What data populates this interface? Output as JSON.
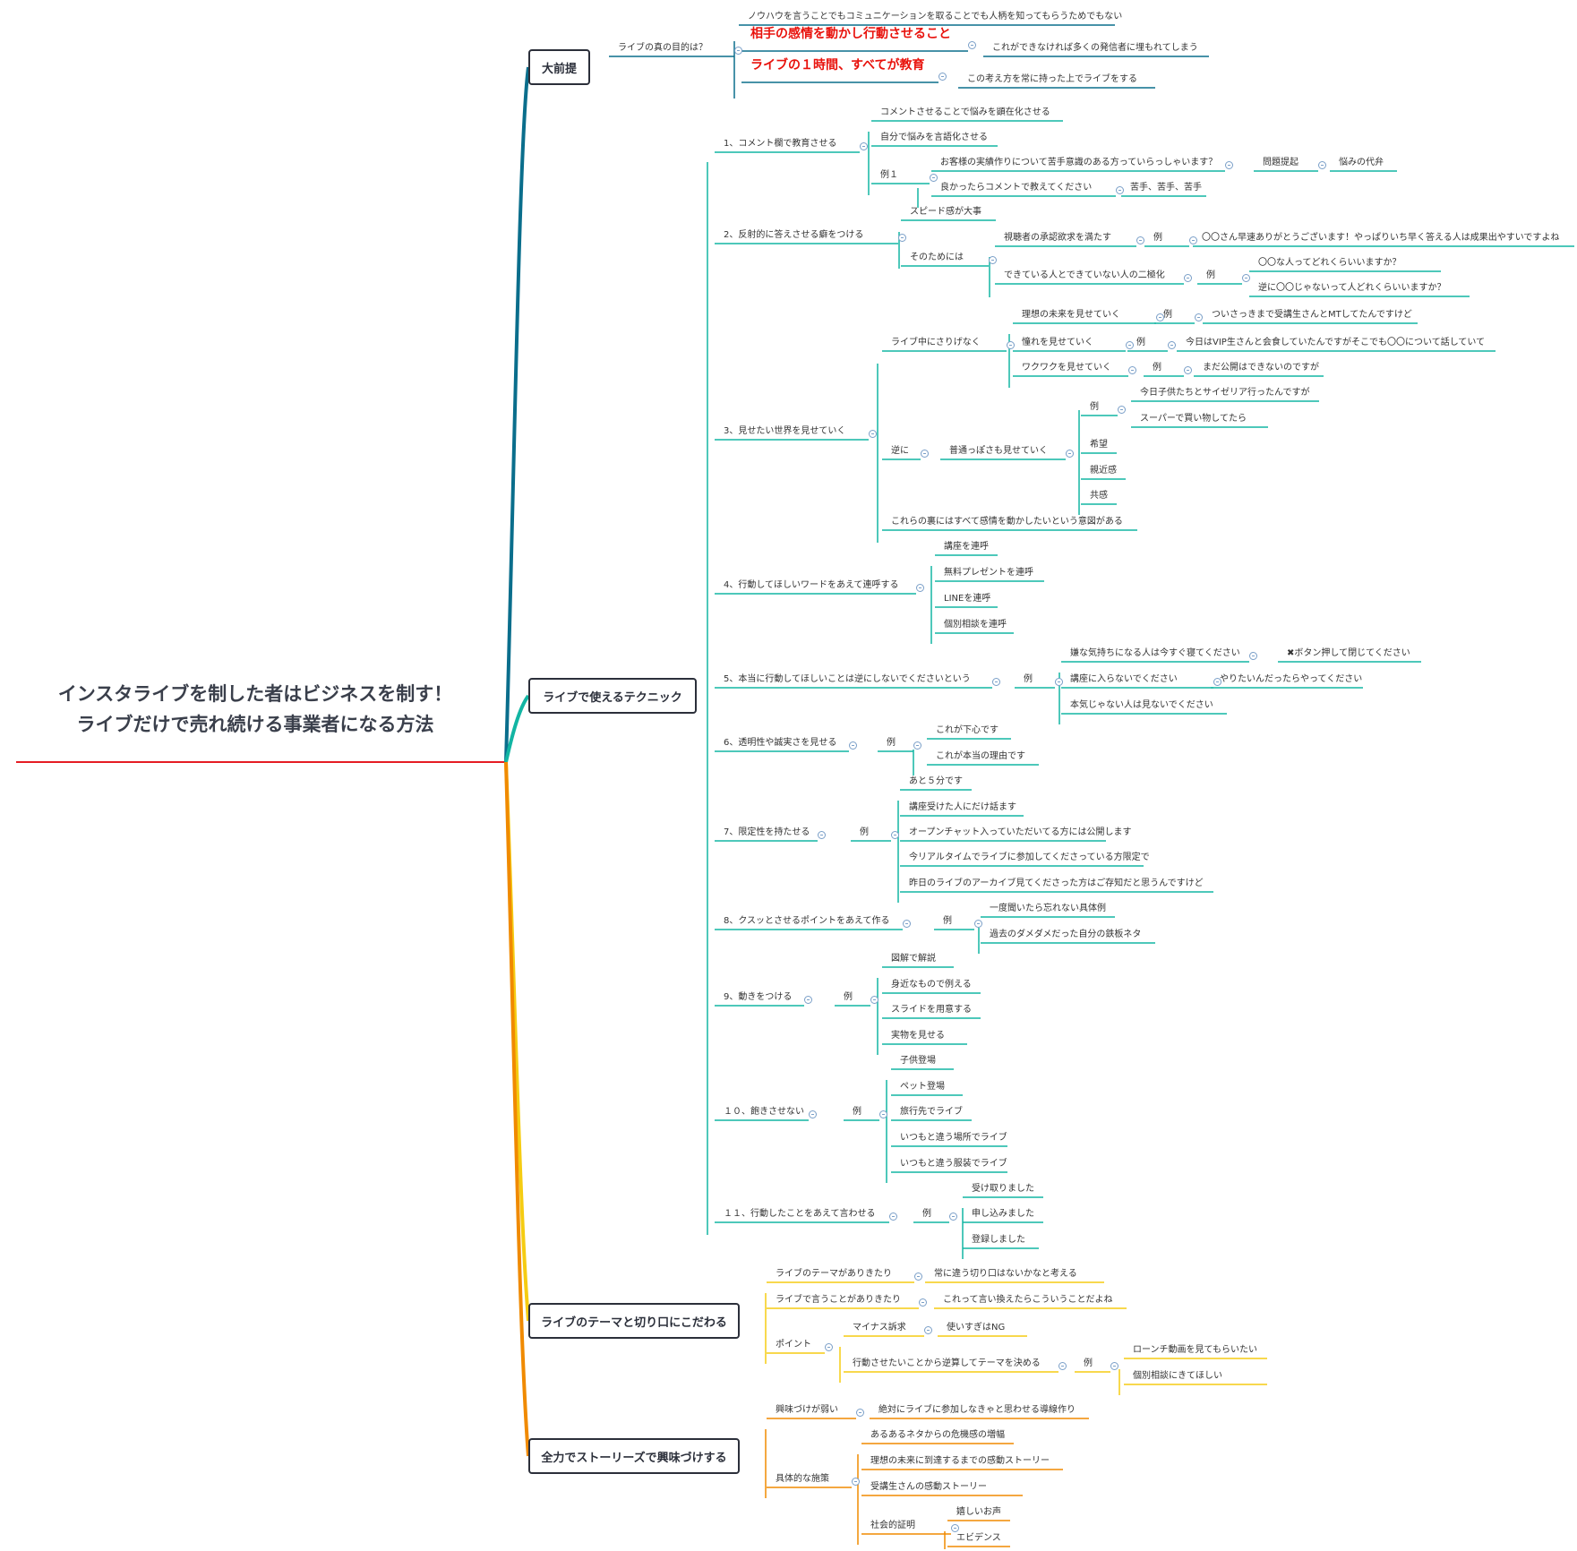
{
  "root": {
    "line1": "インスタライブを制した者はビジネスを制す！",
    "line2": "ライブだけで売れ続ける事業者になる方法"
  },
  "colors": {
    "root_line": "#e51c23",
    "b1": "#0a6e8c",
    "b2": "#12b5a3",
    "b3": "#f5cc12",
    "b4": "#f08a00"
  },
  "branches": [
    {
      "label": "大前提",
      "nodes": [
        {
          "text": "ライブの真の目的は？"
        },
        {
          "text": "ノウハウを言うことでもコミュニケーションを取ることでも人柄を知ってもらうためでもない"
        },
        {
          "text": "相手の感情を動かし行動させること",
          "highlight": true
        },
        {
          "text": "これができなければ多くの発信者に埋もれてしまう"
        },
        {
          "text": "ライブの１時間、すべてが教育",
          "highlight": true
        },
        {
          "text": "この考え方を常に持った上でライブをする"
        }
      ]
    },
    {
      "label": "ライブで使えるテクニック",
      "nodes": [
        {
          "text": "1、コメント欄で教育させる"
        },
        {
          "text": "コメントさせることで悩みを顕在化させる"
        },
        {
          "text": "自分で悩みを言語化させる"
        },
        {
          "text": "例１"
        },
        {
          "text": "お客様の実績作りについて苦手意識のある方っていらっしゃいます？"
        },
        {
          "text": "問題提起"
        },
        {
          "text": "悩みの代弁"
        },
        {
          "text": "良かったらコメントで教えてください"
        },
        {
          "text": "苦手、苦手、苦手"
        },
        {
          "text": "2、反射的に答えさせる癖をつける"
        },
        {
          "text": "スピード感が大事"
        },
        {
          "text": "そのためには"
        },
        {
          "text": "視聴者の承認欲求を満たす"
        },
        {
          "text": "例"
        },
        {
          "text": "〇〇さん早速ありがとうございます！やっぱりいち早く答える人は成果出やすいですよね"
        },
        {
          "text": "できている人とできていない人の二極化"
        },
        {
          "text": "例"
        },
        {
          "text": "〇〇な人ってどれくらいいますか？"
        },
        {
          "text": "逆に〇〇じゃないって人どれくらいいますか？"
        },
        {
          "text": "3、見せたい世界を見せていく"
        },
        {
          "text": "ライブ中にさりげなく"
        },
        {
          "text": "理想の未来を見せていく"
        },
        {
          "text": "例"
        },
        {
          "text": "ついさっきまで受講生さんとMTしてたんですけど"
        },
        {
          "text": "憧れを見せていく"
        },
        {
          "text": "例"
        },
        {
          "text": "今日はVIP生さんと会食していたんですがそこでも〇〇について話していて"
        },
        {
          "text": "ワクワクを見せていく"
        },
        {
          "text": "例"
        },
        {
          "text": "まだ公開はできないのですが"
        },
        {
          "text": "逆に"
        },
        {
          "text": "普通っぽさも見せていく"
        },
        {
          "text": "例"
        },
        {
          "text": "今日子供たちとサイゼリア行ったんですが"
        },
        {
          "text": "スーパーで買い物してたら"
        },
        {
          "text": "希望"
        },
        {
          "text": "親近感"
        },
        {
          "text": "共感"
        },
        {
          "text": "これらの裏にはすべて感情を動かしたいという意図がある"
        },
        {
          "text": "4、行動してほしいワードをあえて連呼する"
        },
        {
          "text": "講座を連呼"
        },
        {
          "text": "無料プレゼントを連呼"
        },
        {
          "text": "LINEを連呼"
        },
        {
          "text": "個別相談を連呼"
        },
        {
          "text": "5、本当に行動してほしいことは逆にしないでくださいという"
        },
        {
          "text": "例"
        },
        {
          "text": "嫌な気持ちになる人は今すぐ寝てください"
        },
        {
          "text": "✖ボタン押して閉じてください"
        },
        {
          "text": "講座に入らないでください"
        },
        {
          "text": "やりたいんだったらやってください"
        },
        {
          "text": "本気じゃない人は見ないでください"
        },
        {
          "text": "6、透明性や誠実さを見せる"
        },
        {
          "text": "例"
        },
        {
          "text": "これが下心です"
        },
        {
          "text": "これが本当の理由です"
        },
        {
          "text": "7、限定性を持たせる"
        },
        {
          "text": "例"
        },
        {
          "text": "あと５分です"
        },
        {
          "text": "講座受けた人にだけ話ます"
        },
        {
          "text": "オープンチャット入っていただいてる方には公開します"
        },
        {
          "text": "今リアルタイムでライブに参加してくださっている方限定で"
        },
        {
          "text": "昨日のライブのアーカイブ見てくださった方はご存知だと思うんですけど"
        },
        {
          "text": "8、クスッとさせるポイントをあえて作る"
        },
        {
          "text": "例"
        },
        {
          "text": "一度聞いたら忘れない具体例"
        },
        {
          "text": "過去のダメダメだった自分の鉄板ネタ"
        },
        {
          "text": "9、動きをつける"
        },
        {
          "text": "例"
        },
        {
          "text": "図解で解説"
        },
        {
          "text": "身近なもので例える"
        },
        {
          "text": "スライドを用意する"
        },
        {
          "text": "実物を見せる"
        },
        {
          "text": "１０、飽きさせない"
        },
        {
          "text": "例"
        },
        {
          "text": "子供登場"
        },
        {
          "text": "ペット登場"
        },
        {
          "text": "旅行先でライブ"
        },
        {
          "text": "いつもと違う場所でライブ"
        },
        {
          "text": "いつもと違う服装でライブ"
        },
        {
          "text": "１１、行動したことをあえて言わせる"
        },
        {
          "text": "例"
        },
        {
          "text": "受け取りました"
        },
        {
          "text": "申し込みました"
        },
        {
          "text": "登録しました"
        }
      ]
    },
    {
      "label": "ライブのテーマと切り口にこだわる",
      "nodes": [
        {
          "text": "ライブのテーマがありきたり"
        },
        {
          "text": "常に違う切り口はないかなと考える"
        },
        {
          "text": "ライブで言うことがありきたり"
        },
        {
          "text": "これって言い換えたらこういうことだよね"
        },
        {
          "text": "ポイント"
        },
        {
          "text": "マイナス訴求"
        },
        {
          "text": "使いすぎはNG"
        },
        {
          "text": "行動させたいことから逆算してテーマを決める"
        },
        {
          "text": "例"
        },
        {
          "text": "ローンチ動画を見てもらいたい"
        },
        {
          "text": "個別相談にきてほしい"
        }
      ]
    },
    {
      "label": "全力でストーリーズで興味づけする",
      "nodes": [
        {
          "text": "興味づけが弱い"
        },
        {
          "text": "絶対にライブに参加しなきゃと思わせる導線作り"
        },
        {
          "text": "具体的な施策"
        },
        {
          "text": "あるあるネタからの危機感の増幅"
        },
        {
          "text": "理想の未来に到達するまでの感動ストーリー"
        },
        {
          "text": "受講生さんの感動ストーリー"
        },
        {
          "text": "社会的証明"
        },
        {
          "text": "嬉しいお声"
        },
        {
          "text": "エビデンス"
        }
      ]
    }
  ]
}
